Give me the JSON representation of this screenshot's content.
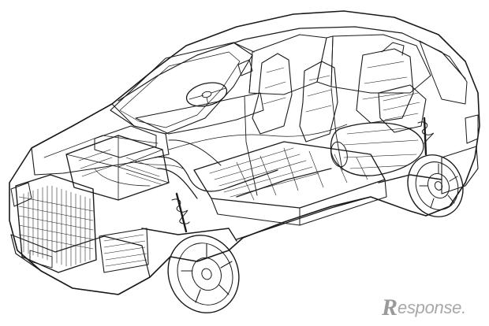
{
  "watermark": {
    "first_letter": "R",
    "rest": "esponse."
  },
  "illustration": {
    "subject": "fuel-cell-car-cutaway",
    "line_color": "#1a1a1a",
    "background": "#ffffff"
  }
}
